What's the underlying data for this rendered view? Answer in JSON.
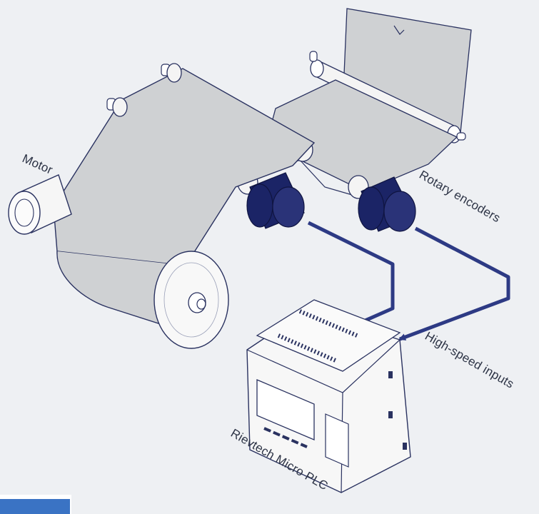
{
  "labels": {
    "motor": "Motor",
    "encoders": "Rotary encoders",
    "inputs": "High-speed inputs",
    "plc": "Rievtech Micro PLC"
  },
  "colors": {
    "background": "#eef0f3",
    "web": "#cfd1d3",
    "outline": "#2a3260",
    "encoder": "#1b2466",
    "cable": "#2d3a84",
    "plc_body": "#f7f7f7",
    "accent_bar": "#3a73c4"
  }
}
